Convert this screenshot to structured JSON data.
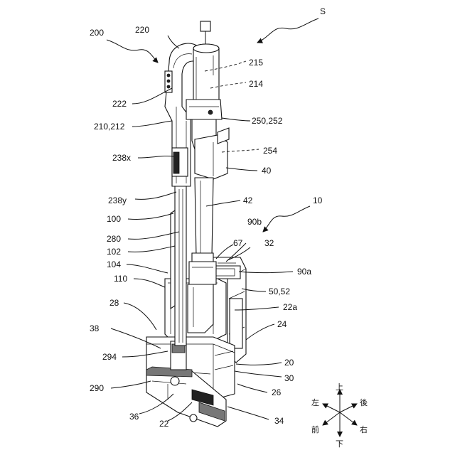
{
  "figure": {
    "labels": {
      "S": "S",
      "l200": "200",
      "l220": "220",
      "l215": "215",
      "l214": "214",
      "l222": "222",
      "l210_212": "210,212",
      "l250_252": "250,252",
      "l238x": "238x",
      "l254": "254",
      "l40": "40",
      "l238y": "238y",
      "l42": "42",
      "l10": "10",
      "l100": "100",
      "l90b": "90b",
      "l280": "280",
      "l67": "67",
      "l32": "32",
      "l102": "102",
      "l104": "104",
      "l90a": "90a",
      "l110": "110",
      "l50_52": "50,52",
      "l28": "28",
      "l22a": "22a",
      "l38": "38",
      "l24": "24",
      "l294": "294",
      "l20": "20",
      "l30": "30",
      "l290": "290",
      "l26": "26",
      "l36": "36",
      "l22": "22",
      "l34": "34"
    },
    "directions": {
      "up": "上",
      "down": "下",
      "left": "左",
      "right": "右",
      "front": "前",
      "back": "後"
    }
  }
}
